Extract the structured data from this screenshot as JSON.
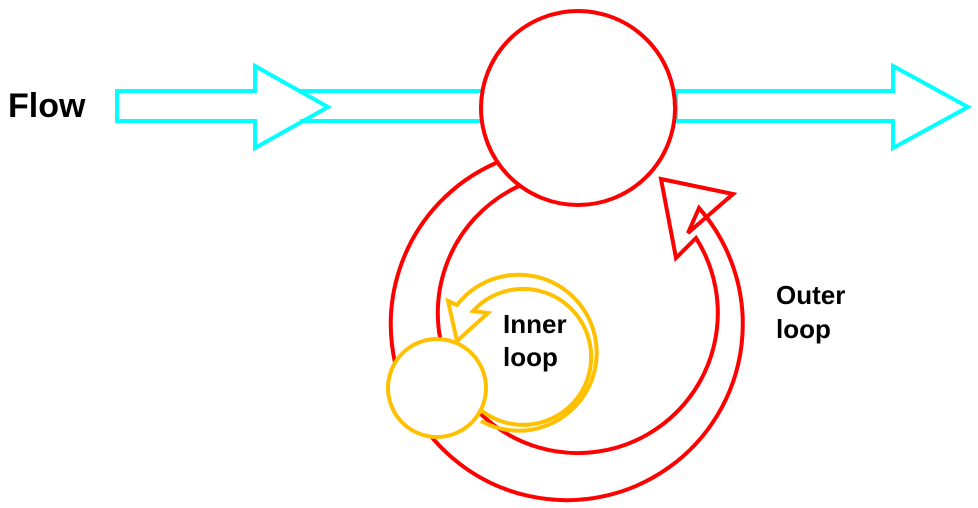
{
  "diagram": {
    "flow_label": "Flow",
    "inner_label_line1": "Inner",
    "inner_label_line2": "loop",
    "outer_label_line1": "Outer",
    "outer_label_line2": "loop"
  },
  "colors": {
    "flow": "#00ffff",
    "outer_loop": "#ff0000",
    "inner_loop": "#ffc000",
    "text": "#000000"
  }
}
